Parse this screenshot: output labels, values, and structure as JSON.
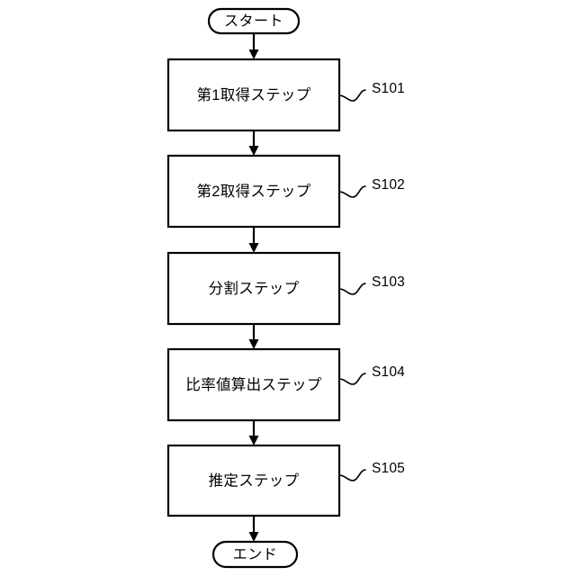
{
  "diagram": {
    "type": "flowchart",
    "orientation": "vertical",
    "background_color": "#ffffff",
    "stroke_color": "#000000",
    "start": {
      "label": "スタート",
      "shape": "stadium"
    },
    "end": {
      "label": "エンド",
      "shape": "stadium"
    },
    "steps": [
      {
        "label": "第1取得ステップ",
        "ref": "S101",
        "shape": "rectangle"
      },
      {
        "label": "第2取得ステップ",
        "ref": "S102",
        "shape": "rectangle"
      },
      {
        "label": "分割ステップ",
        "ref": "S103",
        "shape": "rectangle"
      },
      {
        "label": "比率値算出ステップ",
        "ref": "S104",
        "shape": "rectangle"
      },
      {
        "label": "推定ステップ",
        "ref": "S105",
        "shape": "rectangle"
      }
    ]
  }
}
